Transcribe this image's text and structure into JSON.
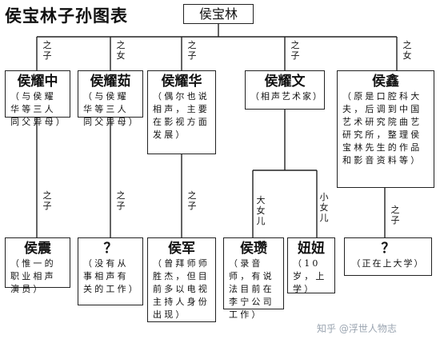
{
  "title": "侯宝林子孙图表",
  "root": "侯宝林",
  "gen1": [
    {
      "name": "侯耀中",
      "relation": [
        "之",
        "子"
      ],
      "note": "（与侯耀华等三人同父异母）"
    },
    {
      "name": "侯耀茹",
      "relation": [
        "之",
        "女"
      ],
      "note": "（与侯耀华等三人同父异母）"
    },
    {
      "name": "侯耀华",
      "relation": [
        "之",
        "子"
      ],
      "note": "（偶尔也说相声，主要在影视方面发展）"
    },
    {
      "name": "侯耀文",
      "relation": [
        "之",
        "子"
      ],
      "note": "（相声艺术家）"
    },
    {
      "name": "侯鑫",
      "relation": [
        "之",
        "女"
      ],
      "note": "（原是口腔科大夫，后调到中国艺术研究院曲艺研究所，整理侯宝林先生的作品和影音资料等）"
    }
  ],
  "gen2": [
    {
      "name": "侯震",
      "relation": [
        "之",
        "子"
      ],
      "note": "（惟一的职业相声演员）"
    },
    {
      "name": "？",
      "relation": [
        "之",
        "子"
      ],
      "note": "（没有从事相声有关的工作）"
    },
    {
      "name": "侯军",
      "relation": [
        "之",
        "子"
      ],
      "note": "（曾拜师师胜杰，但目前多以电视主持人身份出现）"
    },
    {
      "name": "侯瓒",
      "relation": [
        "大",
        "女",
        "儿"
      ],
      "note": "（录音师，有说法目前在李宁公司工作）"
    },
    {
      "name": "妞妞",
      "relation": [
        "小",
        "女",
        "儿"
      ],
      "note": "（10岁，上学）"
    },
    {
      "name": "？",
      "relation": [
        "之",
        "子"
      ],
      "note": "（正在上大学）"
    }
  ],
  "watermark": "知乎 @浮世人物志"
}
